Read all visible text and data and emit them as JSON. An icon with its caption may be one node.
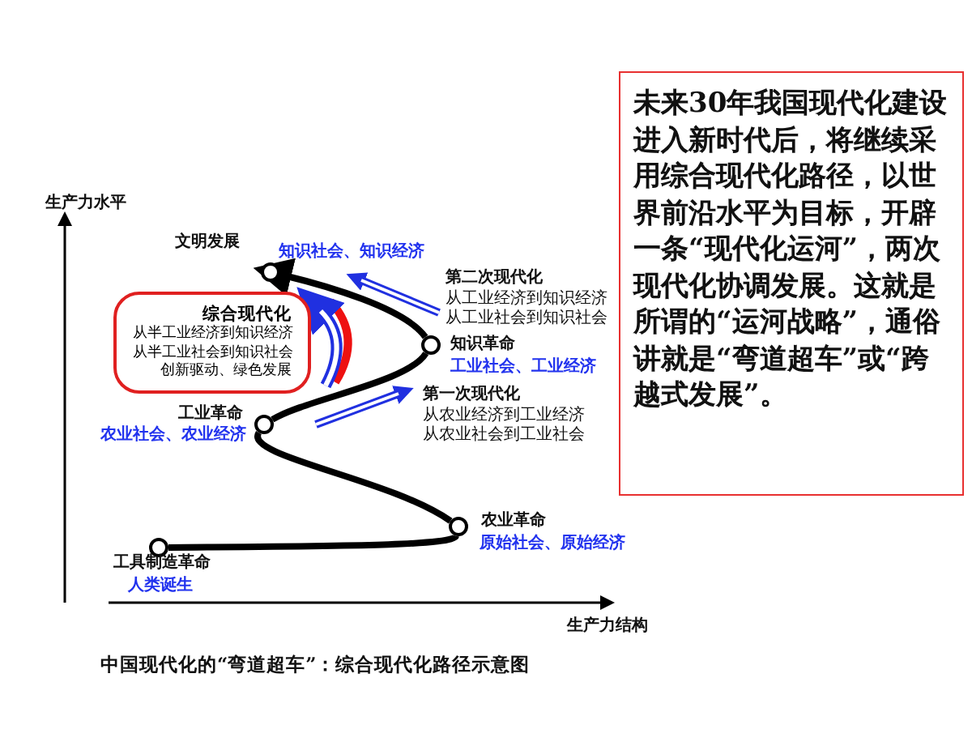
{
  "diagram": {
    "caption": "中国现代化的“弯道超车”：综合现代化路径示意图",
    "nodes": [
      {
        "text": [],
        "shape": "circle",
        "beside": [
          "工具制造革命",
          "人类诞生"
        ]
      },
      {
        "text": [],
        "shape": "circle",
        "beside": [
          "农业革命",
          "原始社会、原始经济"
        ]
      },
      {
        "text": [],
        "shape": "circle",
        "beside": [
          "工业革命",
          "农业社会、农业经济"
        ]
      },
      {
        "text": [],
        "shape": "circle",
        "beside": [
          "知识革命",
          "工业社会、工业经济"
        ]
      },
      {
        "text": [],
        "shape": "circle",
        "beside": [
          "文明发展",
          "知识社会、知识经济"
        ]
      },
      {
        "text": [
          "综合现代化",
          "从半工业经济到知识经济",
          "从半工业社会到知识社会",
          "创新驱动、绿色发展"
        ]
      },
      {
        "text": [
          "未来30年我国现代化建设进入新时代后，将继续采用综合现代化路径，以世界前沿水平为目标，开辟一条“**现代化运河**”，两次现代化协调发展。这就是所谓的“**运河战略**”，通俗讲就是“弯道超车”或“跨越式发展”。"
        ]
      }
    ],
    "edges": [
      {
        "from": 0,
        "to": 1,
        "arrow": "none"
      },
      {
        "from": 1,
        "to": 2,
        "arrow": "none"
      },
      {
        "from": 2,
        "to": 3,
        "arrow": "none"
      },
      {
        "from": 3,
        "to": 4,
        "arrow": "to"
      }
    ],
    "labels": [
      "生产力水平",
      "第二次现代化",
      "从工业经济到知识经济",
      "从工业社会到知识社会",
      "第一次现代化",
      "从农业经济到工业经济",
      "从农业社会到工业社会",
      "生产力结构"
    ]
  }
}
